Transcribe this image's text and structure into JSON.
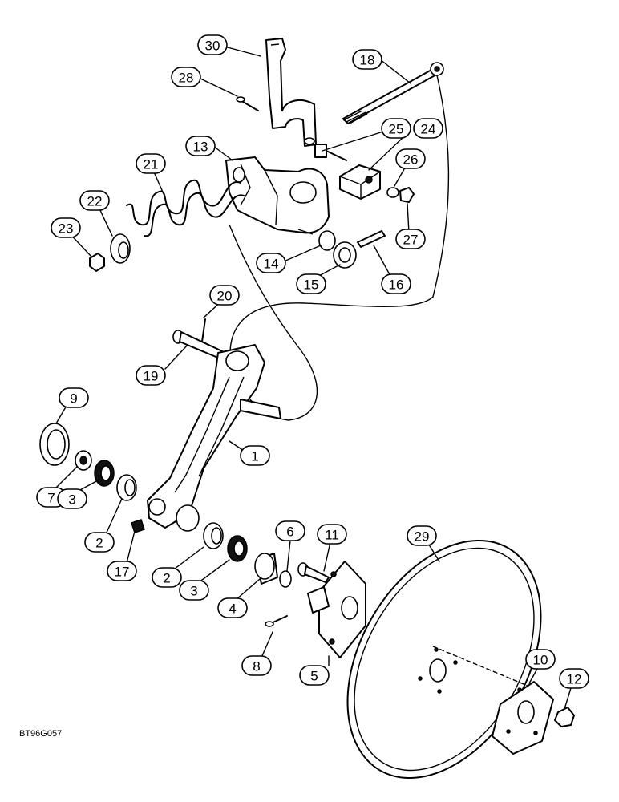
{
  "drawing_code": "BT96G057",
  "callouts": [
    {
      "id": "c1",
      "label": "1"
    },
    {
      "id": "c2a",
      "label": "2"
    },
    {
      "id": "c2b",
      "label": "2"
    },
    {
      "id": "c3a",
      "label": "3"
    },
    {
      "id": "c3b",
      "label": "3"
    },
    {
      "id": "c4",
      "label": "4"
    },
    {
      "id": "c5",
      "label": "5"
    },
    {
      "id": "c6",
      "label": "6"
    },
    {
      "id": "c7",
      "label": "7"
    },
    {
      "id": "c8",
      "label": "8"
    },
    {
      "id": "c9",
      "label": "9"
    },
    {
      "id": "c10",
      "label": "10"
    },
    {
      "id": "c11",
      "label": "11"
    },
    {
      "id": "c12",
      "label": "12"
    },
    {
      "id": "c13",
      "label": "13"
    },
    {
      "id": "c14",
      "label": "14"
    },
    {
      "id": "c15",
      "label": "15"
    },
    {
      "id": "c16",
      "label": "16"
    },
    {
      "id": "c17",
      "label": "17"
    },
    {
      "id": "c18",
      "label": "18"
    },
    {
      "id": "c19",
      "label": "19"
    },
    {
      "id": "c20",
      "label": "20"
    },
    {
      "id": "c21",
      "label": "21"
    },
    {
      "id": "c22",
      "label": "22"
    },
    {
      "id": "c23",
      "label": "23"
    },
    {
      "id": "c24",
      "label": "24"
    },
    {
      "id": "c25",
      "label": "25"
    },
    {
      "id": "c26",
      "label": "26"
    },
    {
      "id": "c27",
      "label": "27"
    },
    {
      "id": "c28",
      "label": "28"
    },
    {
      "id": "c29",
      "label": "29"
    },
    {
      "id": "c30",
      "label": "30"
    }
  ]
}
